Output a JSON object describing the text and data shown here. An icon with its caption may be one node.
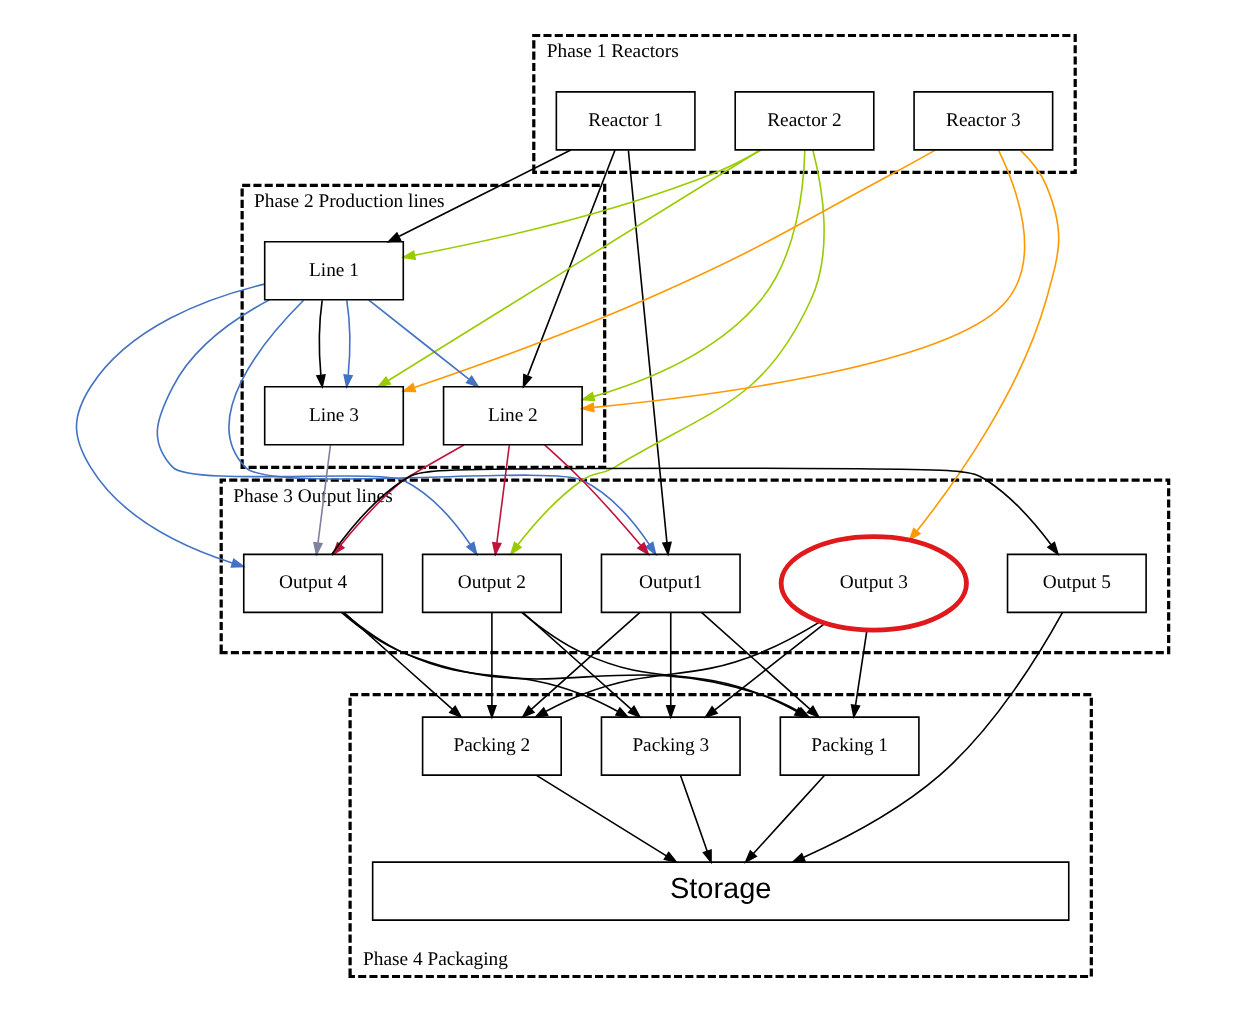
{
  "diagram": {
    "nodes": [
      {
        "text": [
          "Phase 1 Reactors"
        ]
      },
      {
        "text": [
          "Reactor 1"
        ],
        "in": 0
      },
      {
        "text": [
          "Reactor 2"
        ],
        "in": 0
      },
      {
        "text": [
          "Reactor 3"
        ],
        "in": 0
      },
      {
        "text": [
          "Phase 2 Production lines"
        ]
      },
      {
        "text": [
          "Line 1"
        ],
        "in": 4
      },
      {
        "text": [
          "Line 2"
        ],
        "in": 4
      },
      {
        "text": [
          "Line 3"
        ],
        "in": 4
      },
      {
        "text": [
          "Phase 3 Output lines"
        ]
      },
      {
        "text": [
          "Output1"
        ],
        "in": 8
      },
      {
        "text": [
          "Output 2"
        ],
        "in": 8
      },
      {
        "text": [
          "Output 3"
        ],
        "in": 8
      },
      {
        "text": [
          "Output 4"
        ],
        "in": 8
      },
      {
        "text": [
          "Output 5"
        ],
        "in": 8
      },
      {
        "text": [
          "Phase 4 Packaging"
        ]
      },
      {
        "text": [
          "Packing 1"
        ],
        "in": 14
      },
      {
        "text": [
          "Packing 2"
        ],
        "in": 14
      },
      {
        "text": [
          "Packing 3"
        ],
        "in": 14
      },
      {
        "text": [
          "Storage"
        ],
        "in": 14
      }
    ],
    "edges": [
      {
        "from": 1,
        "to": 5,
        "arrow": "to"
      },
      {
        "from": 1,
        "to": 9,
        "arrow": "to"
      },
      {
        "from": 1,
        "to": 6,
        "arrow": "to"
      },
      {
        "from": 5,
        "to": 7,
        "arrow": "to"
      },
      {
        "from": 2,
        "to": 5,
        "arrow": "to",
        "color": "#99cc00"
      },
      {
        "from": 2,
        "to": 10,
        "arrow": "to",
        "color": "#99cc00"
      },
      {
        "from": 2,
        "to": 6,
        "arrow": "to",
        "color": "#99cc00"
      },
      {
        "from": 2,
        "to": 7,
        "arrow": "to",
        "color": "#99cc00"
      },
      {
        "from": 3,
        "to": 7,
        "arrow": "to",
        "color": "#ff9900"
      },
      {
        "from": 3,
        "to": 6,
        "arrow": "to",
        "color": "#ff9900"
      },
      {
        "from": 3,
        "to": 11,
        "arrow": "to",
        "color": "#ff9900"
      },
      {
        "from": 5,
        "to": 6,
        "arrow": "to",
        "color": "#4472c4"
      },
      {
        "from": 5,
        "to": 7,
        "arrow": "to",
        "color": "#4472c4"
      },
      {
        "from": 5,
        "to": 9,
        "arrow": "to",
        "color": "#4472c4"
      },
      {
        "from": 5,
        "to": 10,
        "arrow": "to",
        "color": "#4472c4"
      },
      {
        "from": 5,
        "to": 12,
        "arrow": "to",
        "color": "#4472c4"
      },
      {
        "from": 6,
        "to": 9,
        "arrow": "to",
        "color": "#c0143c"
      },
      {
        "from": 6,
        "to": 10,
        "arrow": "to",
        "color": "#c0143c"
      },
      {
        "from": 6,
        "to": 12,
        "arrow": "to",
        "color": "#c0143c"
      },
      {
        "from": 7,
        "to": 12,
        "arrow": "to",
        "color": "#8080a0"
      },
      {
        "from": 12,
        "to": 13,
        "arrow": "to"
      },
      {
        "from": 9,
        "to": 15,
        "arrow": "to"
      },
      {
        "from": 9,
        "to": 16,
        "arrow": "to"
      },
      {
        "from": 9,
        "to": 17,
        "arrow": "to"
      },
      {
        "from": 10,
        "to": 15,
        "arrow": "to"
      },
      {
        "from": 10,
        "to": 16,
        "arrow": "to"
      },
      {
        "from": 10,
        "to": 17,
        "arrow": "to"
      },
      {
        "from": 11,
        "to": 15,
        "arrow": "to"
      },
      {
        "from": 11,
        "to": 16,
        "arrow": "to"
      },
      {
        "from": 11,
        "to": 17,
        "arrow": "to"
      },
      {
        "from": 12,
        "to": 15,
        "arrow": "to"
      },
      {
        "from": 12,
        "to": 16,
        "arrow": "to"
      },
      {
        "from": 12,
        "to": 17,
        "arrow": "to"
      },
      {
        "from": 13,
        "to": 18,
        "arrow": "to"
      },
      {
        "from": 15,
        "to": 18,
        "arrow": "to"
      },
      {
        "from": 16,
        "to": 18,
        "arrow": "to"
      },
      {
        "from": 17,
        "to": 18,
        "arrow": "to"
      }
    ]
  }
}
